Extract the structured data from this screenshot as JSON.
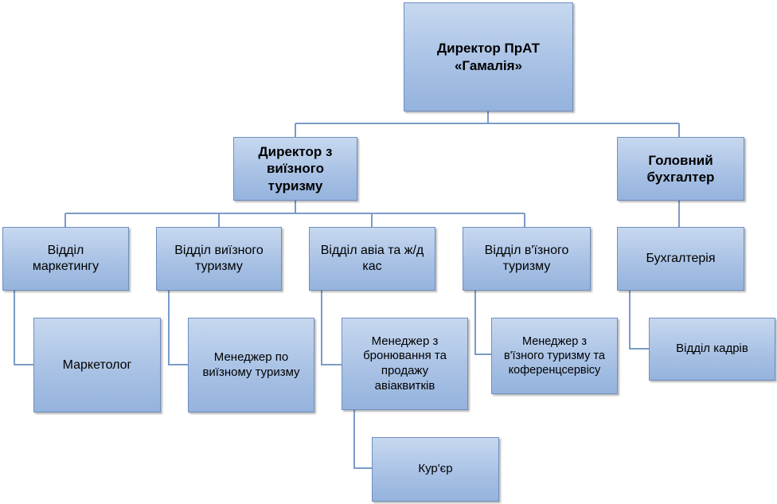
{
  "director": "Директор ПрАТ\n«Гамалія»",
  "outbound_director": "Директор з\nвиїзного\nтуризму",
  "chief_accountant": "Головний\nбухгалтер",
  "departments": {
    "marketing": "Відділ\nмаркетингу",
    "outbound": "Відділ виїзного\nтуризму",
    "tickets": "Відділ авіа та ж/д\nкас",
    "inbound": "Відділ в'їзного\nтуризму",
    "accounting": "Бухгалтерія"
  },
  "staff": {
    "marketer": "Маркетолог",
    "outbound_manager": "Менеджер по\nвиїзному туризму",
    "booking_manager": "Менеджер з\nбронювання та\nпродажу\nавіаквитків",
    "courier": "Кур'єр",
    "inbound_manager": "Менеджер з\nв'їзного туризму та\nкоференцсервісу",
    "hr": "Відділ кадрів"
  },
  "colors": {
    "box_fill": "#a9c2e5",
    "box_border": "#6f8fbf",
    "connector": "#7a9cc8"
  }
}
